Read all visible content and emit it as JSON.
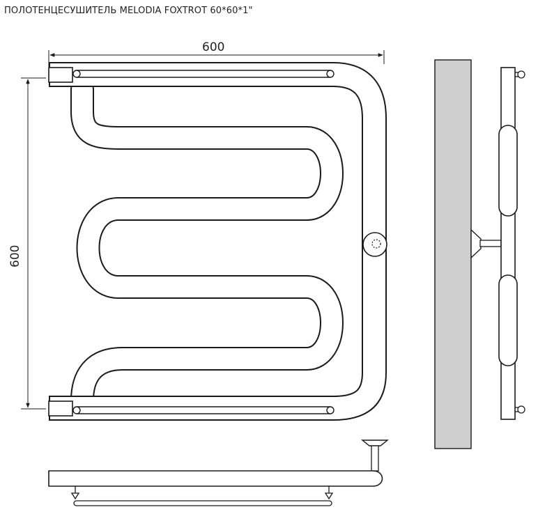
{
  "title": "ПОЛОТЕНЦЕСУШИТЕЛЬ MELODIA FOXTROT 60*60*1\"",
  "dimensions": {
    "width_label": "600",
    "height_label": "600"
  },
  "colors": {
    "line": "#1a1a1a",
    "wall": "#cfcfcf",
    "background": "#ffffff"
  }
}
